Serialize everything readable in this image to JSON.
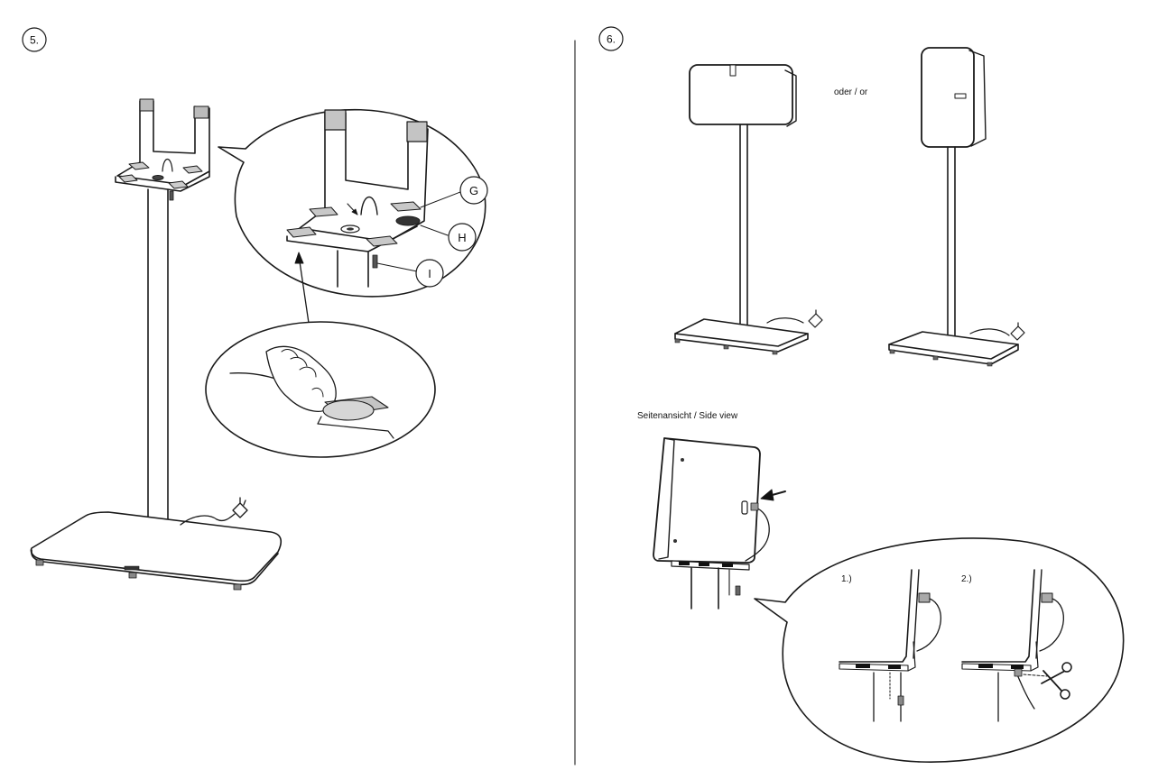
{
  "left_panel": {
    "step_number": "5.",
    "callouts": {
      "g": "G",
      "h": "H",
      "i": "I"
    }
  },
  "right_panel": {
    "step_number": "6.",
    "orientation_label": "oder / or",
    "side_view_label": "Seitenansicht / Side view",
    "detail": {
      "step1": "1.)",
      "step2": "2.)"
    }
  }
}
